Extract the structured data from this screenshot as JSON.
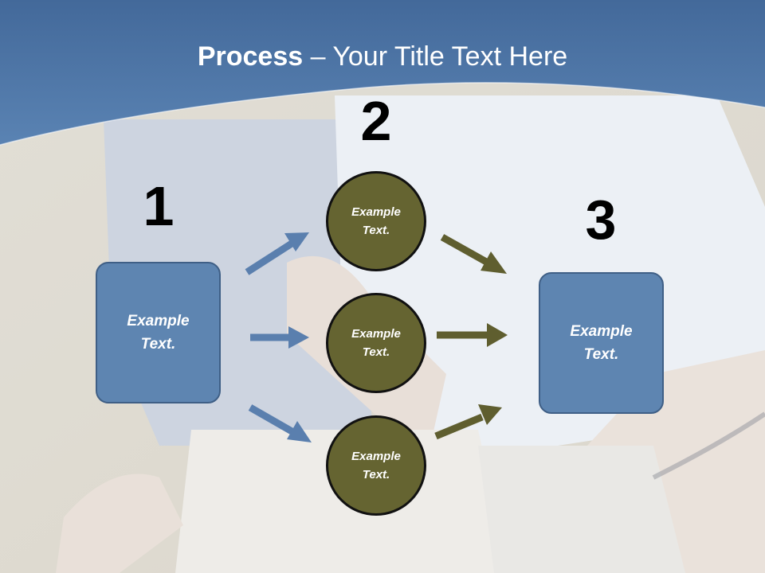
{
  "title": {
    "bold": "Process",
    "rest": " – Your Title Text Here"
  },
  "steps": [
    {
      "number": "1"
    },
    {
      "number": "2"
    },
    {
      "number": "3"
    }
  ],
  "left_box": {
    "line1": "Example",
    "line2": "Text."
  },
  "right_box": {
    "line1": "Example",
    "line2": "Text."
  },
  "circles": [
    {
      "line1": "Example",
      "line2": "Text."
    },
    {
      "line1": "Example",
      "line2": "Text."
    },
    {
      "line1": "Example",
      "line2": "Text."
    }
  ],
  "colors": {
    "header": "#4d77a7",
    "box_fill": "#5e85b1",
    "circle_fill": "#656431",
    "arrow_blue": "#5a7fae",
    "arrow_olive": "#5f5e2f"
  }
}
